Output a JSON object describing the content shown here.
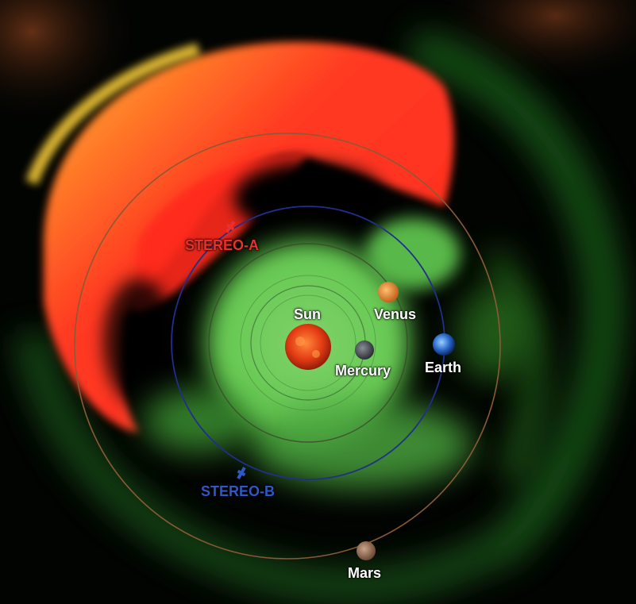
{
  "labels": {
    "sun": "Sun",
    "mercury": "Mercury",
    "venus": "Venus",
    "earth": "Earth",
    "mars": "Mars",
    "stereo_a": "STEREO-A",
    "stereo_b": "STEREO-B"
  },
  "colors": {
    "stereo_a": "#e8312a",
    "stereo_b": "#2f57c8",
    "planet_label": "#ffffff",
    "orbit_earth": "#1f2f8a",
    "orbit_mars": "#8a5a35",
    "orbit_inner": "#3c5a3a"
  },
  "icons": [
    "sun-icon",
    "mercury-icon",
    "venus-icon",
    "earth-icon",
    "mars-icon",
    "spacecraft-icon"
  ]
}
